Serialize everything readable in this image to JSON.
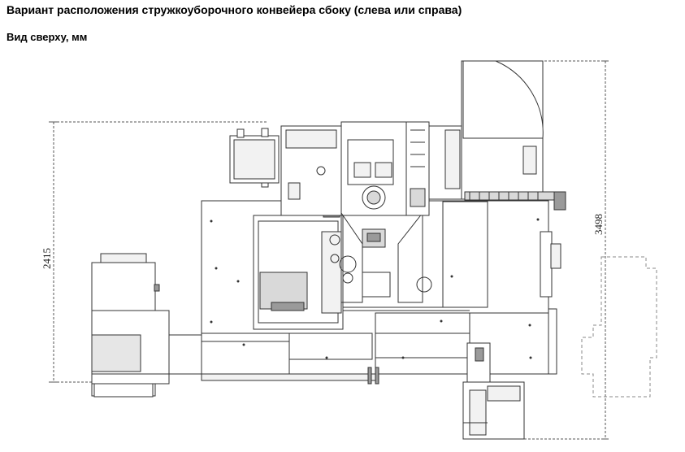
{
  "header": {
    "title": "Вариант расположения стружкоуборочного конвейера сбоку (слева или справа)",
    "subtitle": "Вид сверху, мм"
  },
  "dimensions": {
    "width_label": "2415",
    "height_label": "3498"
  },
  "colors": {
    "line": "#333333",
    "light_fill": "#f2f2f2",
    "mid_fill": "#d9d9d9",
    "dark_fill": "#9a9a9a",
    "dim_line": "#555555"
  }
}
